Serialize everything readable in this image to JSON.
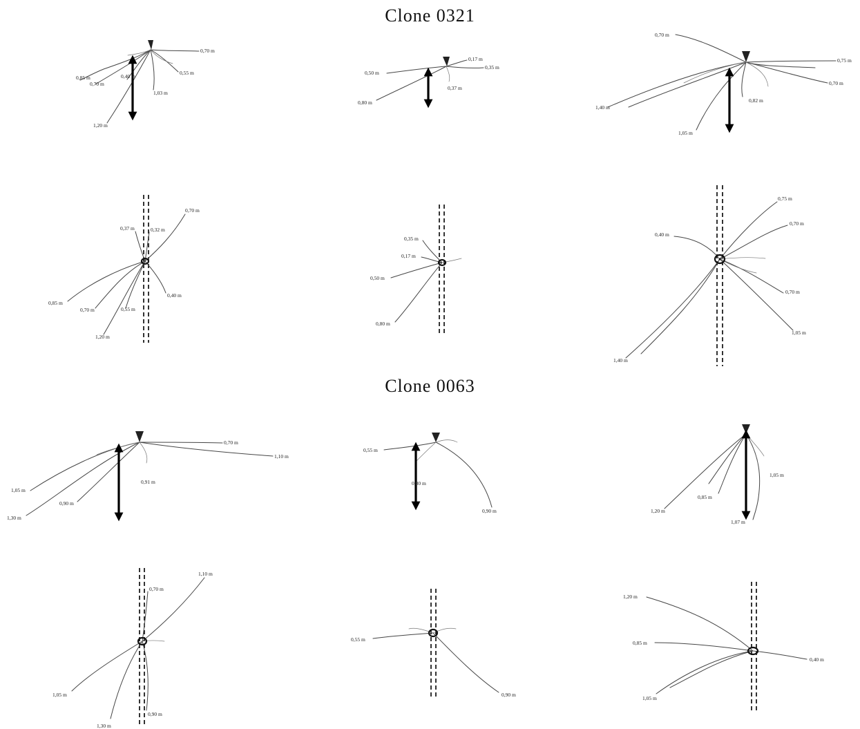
{
  "sections": [
    {
      "title": "Clone 0321"
    },
    {
      "title": "Clone 0063"
    }
  ],
  "panels": {
    "c0321_side_1": [
      "0,70 m",
      "0,85 m",
      "0,70 m",
      "0,40 m",
      "0,55 m",
      "1,03 m",
      "1,20 m"
    ],
    "c0321_side_2": [
      "0,17 m",
      "0,35 m",
      "0,50 m",
      "0,37 m",
      "0,80 m"
    ],
    "c0321_side_3": [
      "0,70 m",
      "0,75 m",
      "0,70 m",
      "1,40 m",
      "0,82 m",
      "1,05 m"
    ],
    "c0321_top_1": [
      "0,70 m",
      "0,37 m",
      "0,32 m",
      "0,85 m",
      "0,70 m",
      "0,55 m",
      "0,40 m",
      "1,20 m"
    ],
    "c0321_top_2": [
      "0,35 m",
      "0,17 m",
      "0,50 m",
      "0,80 m"
    ],
    "c0321_top_3": [
      "0,75 m",
      "0,40 m",
      "0,70 m",
      "0,70 m",
      "1,05 m",
      "1,40 m"
    ],
    "c0063_side_1": [
      "0,70 m",
      "1,10 m",
      "0,91 m",
      "1,05 m",
      "0,90 m",
      "1,30 m"
    ],
    "c0063_side_2": [
      "0,55 m",
      "0,80 m",
      "0,90 m"
    ],
    "c0063_side_3": [
      "1,05 m",
      "0,85 m",
      "1,20 m",
      "1,07 m"
    ],
    "c0063_top_1": [
      "1,10 m",
      "0,70 m",
      "1,05 m",
      "0,90 m",
      "1,30 m"
    ],
    "c0063_top_2": [
      "0,55 m",
      "0,90 m"
    ],
    "c0063_top_3": [
      "1,20 m",
      "0,85 m",
      "0,40 m",
      "1,05 m"
    ]
  }
}
